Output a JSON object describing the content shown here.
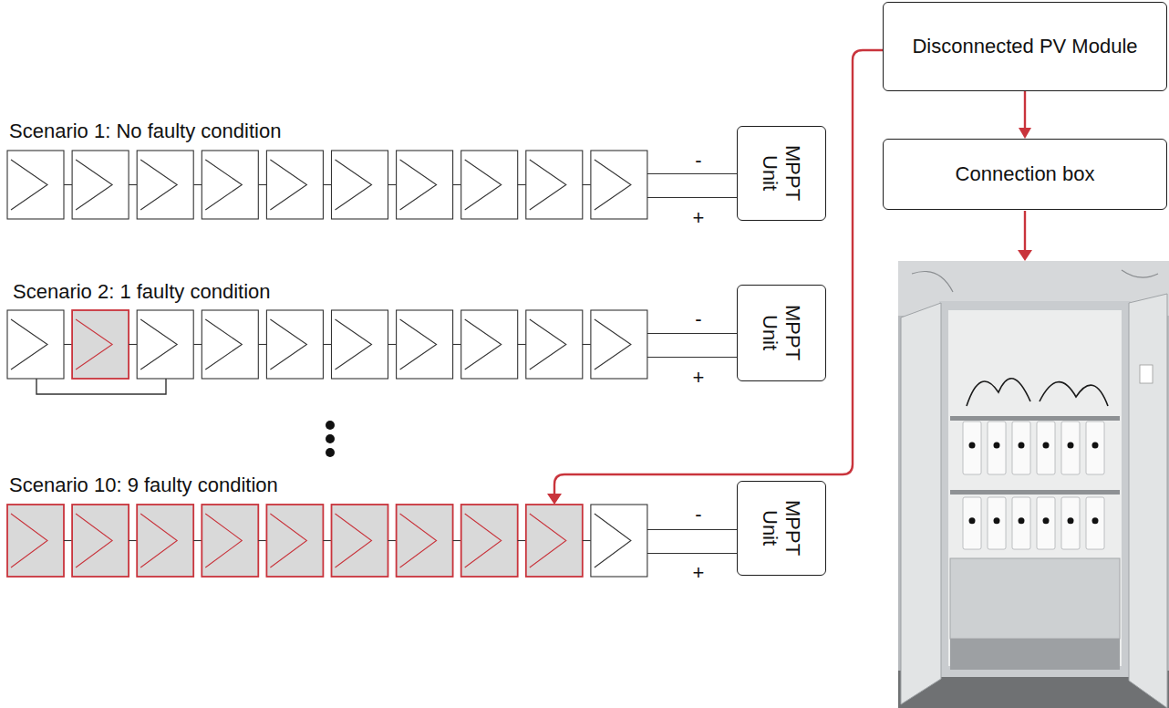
{
  "diagram": {
    "nodes": [
      {
        "text": [
          "Disconnected PV Module"
        ]
      },
      {
        "text": [
          "Connection box"
        ]
      },
      {
        "text": [
          "MPPT Unit"
        ]
      },
      {
        "text": [
          "MPPT Unit"
        ]
      },
      {
        "text": [
          "MPPT Unit"
        ]
      }
    ],
    "edges": [
      {
        "from": 0,
        "to": 1,
        "arrow": "to"
      }
    ],
    "labels": [
      "Scenario 1: No faulty condition",
      "-",
      "+",
      "Scenario 2: 1 faulty condition",
      "-",
      "+",
      "Scenario 10: 9 faulty condition",
      "-",
      "+"
    ]
  }
}
